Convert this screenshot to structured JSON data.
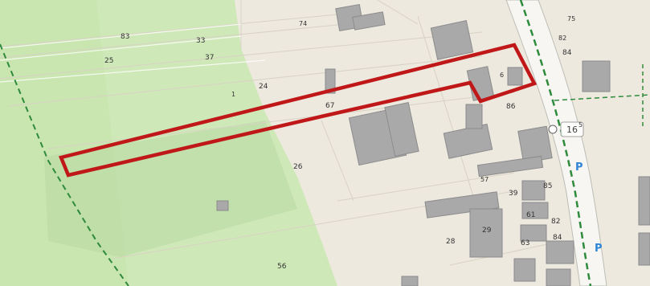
{
  "map": {
    "colors": {
      "background": "#ede9df",
      "green_area": "#c8e4b0",
      "green_area_light": "#d7ecc4",
      "building": "#a9a9a9",
      "building_stroke": "#8c8c8c",
      "road": "#f7f6f2",
      "road_edge": "#bdbdb5",
      "parcel_line": "#cfc9bc",
      "path_dash": "#2e8b3c",
      "highlight": "#c01818",
      "parking": "#2f86d6"
    },
    "road_number": "16",
    "parking_symbol": "P",
    "labels": {
      "l83": "83",
      "l33": "33",
      "l25": "25",
      "l37": "37",
      "l24": "24",
      "l67": "67",
      "l74": "74",
      "l26": "26",
      "l6": "6",
      "l86": "86",
      "l75": "75",
      "l82": "82",
      "l84": "84",
      "l57": "57",
      "l39": "39",
      "l85": "85",
      "l61": "61",
      "l82b": "82",
      "l29": "29",
      "l28": "28",
      "l63": "63",
      "l84b": "84",
      "l56": "56",
      "l1": "1",
      "l5": "5"
    }
  }
}
